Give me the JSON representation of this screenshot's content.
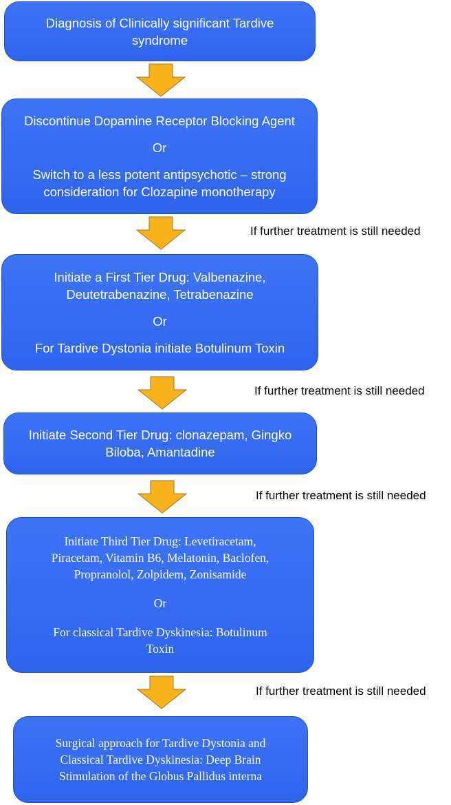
{
  "diagram": {
    "box1": {
      "lines": [
        "Diagnosis of Clinically significant Tardive",
        "syndrome"
      ]
    },
    "box2": {
      "line1": "Discontinue Dopamine Receptor Blocking Agent",
      "or": "Or",
      "line2": "Switch to a less potent antipsychotic – strong",
      "line3": "consideration for Clozapine monotherapy"
    },
    "box3": {
      "line1": "Initiate a First Tier Drug: Valbenazine,",
      "line2": "Deutetrabenazine, Tetrabenazine",
      "or": "Or",
      "line3": "For Tardive Dystonia initiate Botulinum Toxin"
    },
    "box4": {
      "line1": "Initiate Second Tier Drug: clonazepam, Gingko",
      "line2": "Biloba, Amantadine"
    },
    "box5": {
      "line1": "Initiate Third Tier Drug: Levetiracetam,",
      "line2": "Piracetam, Vitamin B6, Melatonin, Baclofen,",
      "line3": "Propranolol, Zolpidem, Zonisamide",
      "or": "Or",
      "line4": "For classical Tardive Dyskinesia: Botulinum",
      "line5": "Toxin"
    },
    "box6": {
      "line1": "Surgical approach for Tardive Dystonia and",
      "line2": "Classical Tardive Dyskinesia: Deep Brain",
      "line3": "Stimulation of the Globus Pallidus interna"
    },
    "notes": {
      "n1": "If further treatment is still needed",
      "n2": "If further treatment is still needed",
      "n3": "If further treatment is still needed",
      "n4": "If further treatment is still needed"
    },
    "colors": {
      "box_fill": "#3a6ff5",
      "box_border": "#244fc2",
      "arrow_fill": "#f7b21c",
      "arrow_border": "#9a7a2a"
    }
  }
}
